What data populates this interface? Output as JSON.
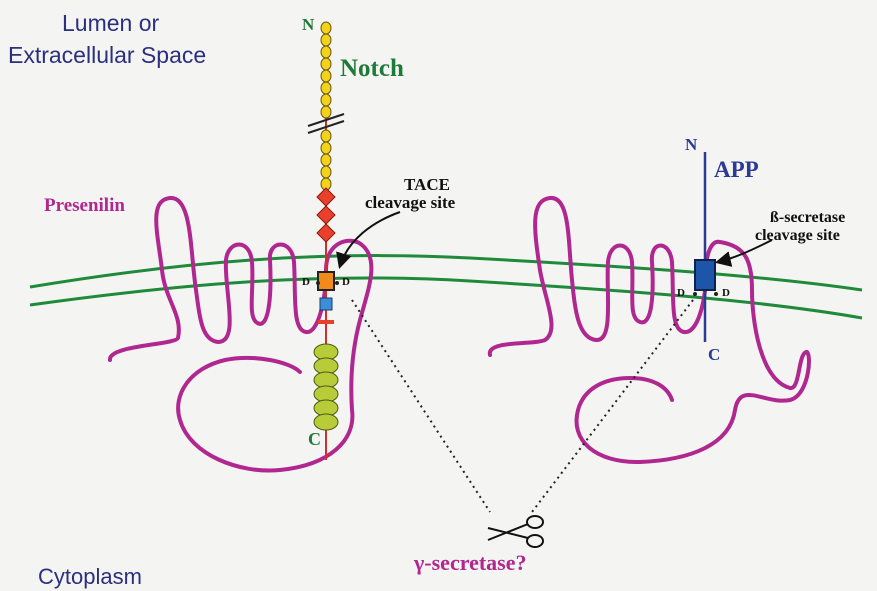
{
  "regions": {
    "lumen_line1": "Lumen or",
    "lumen_line2": "Extracellular Space",
    "cytoplasm": "Cytoplasm"
  },
  "notch": {
    "name": "Notch",
    "n_terminus": "N",
    "c_terminus": "C",
    "d_left": "D",
    "d_right": "D"
  },
  "app": {
    "name": "APP",
    "n_terminus": "N",
    "c_terminus": "C",
    "d_left": "D",
    "d_right": "D"
  },
  "presenilin": {
    "label": "Presenilin"
  },
  "tace": {
    "line1": "TACE",
    "line2": "cleavage site"
  },
  "beta_secretase": {
    "line1": "ß-secretase",
    "line2": "cleavage site"
  },
  "gamma_secretase": {
    "label": "γ-secretase?"
  },
  "colors": {
    "membrane": "#1f8a3a",
    "presenilin": "#b0278f",
    "notch_label": "#1f7a3a",
    "app": "#2b3b93",
    "region_text": "#2b2f7e",
    "egf_repeat": "#f5d21a",
    "lnr_diamond": "#e8402a",
    "ankyrin": "#b8cc3a",
    "tace_box": "#f08a1a",
    "tm_box": "#3a8fd8",
    "pest": "#d0302a"
  }
}
